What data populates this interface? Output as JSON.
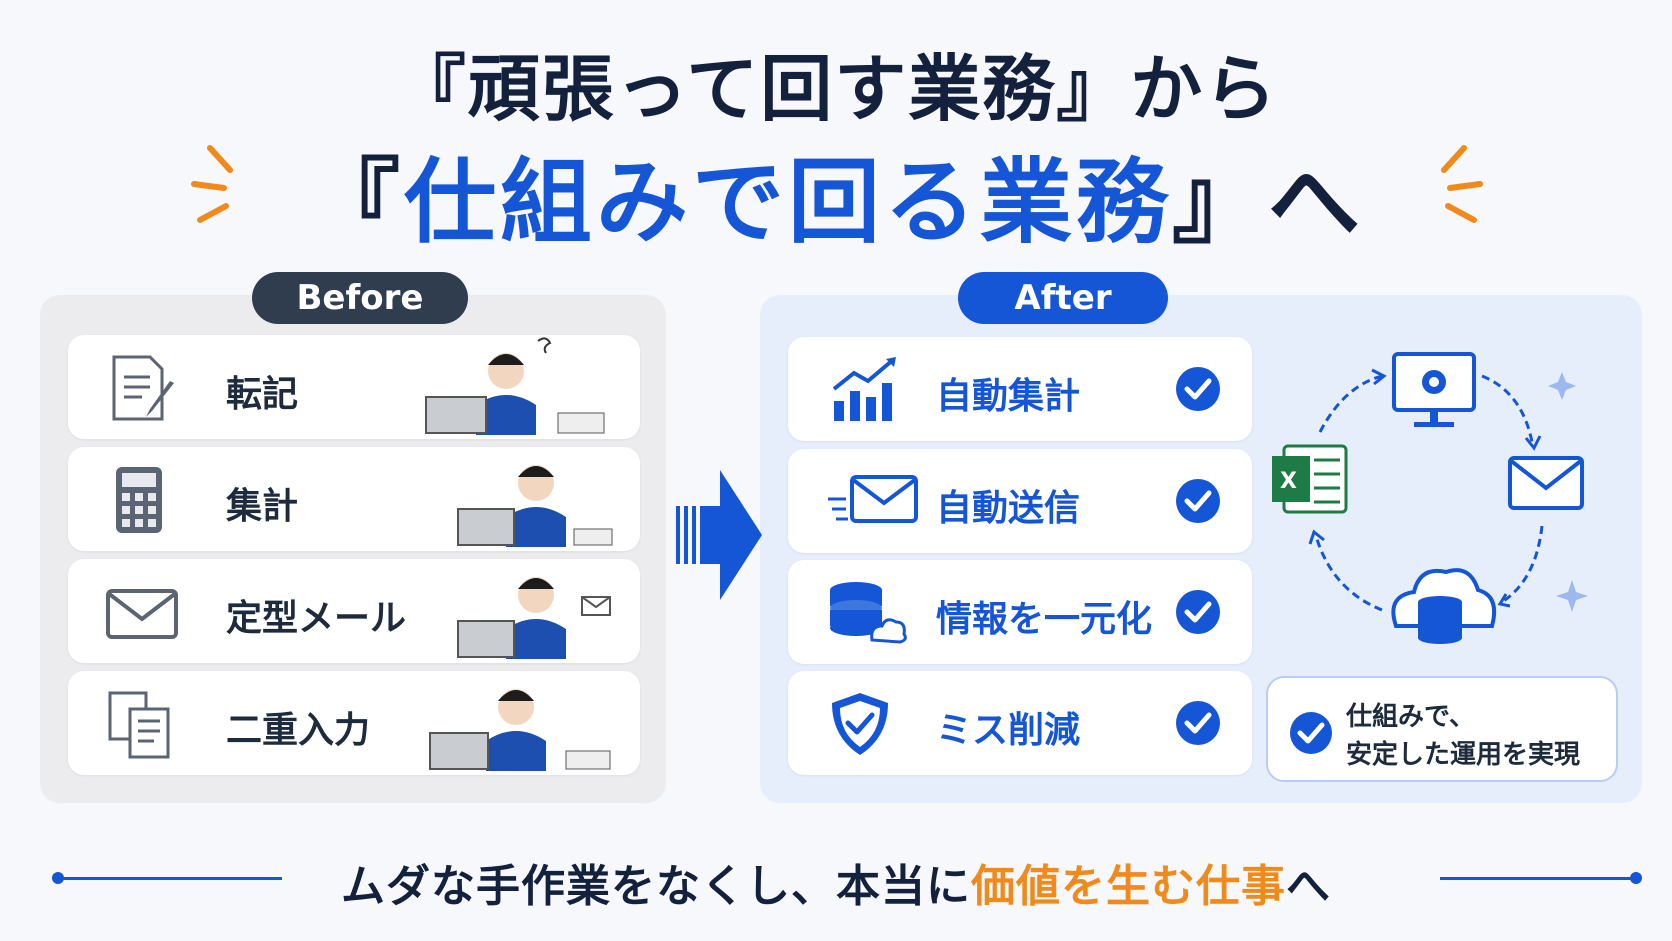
{
  "header": {
    "line1": "『頑張って回す業務』から",
    "line2_open": "『",
    "line2_highlight": "仕組みで回る業務",
    "line2_close": "』へ"
  },
  "before": {
    "label": "Before",
    "items": [
      {
        "label": "転記",
        "icon": "document-edit-icon"
      },
      {
        "label": "集計",
        "icon": "calculator-icon"
      },
      {
        "label": "定型メール",
        "icon": "mail-icon"
      },
      {
        "label": "二重入力",
        "icon": "duplicate-documents-icon"
      }
    ]
  },
  "after": {
    "label": "After",
    "items": [
      {
        "label": "自動集計",
        "icon": "bar-chart-up-icon"
      },
      {
        "label": "自動送信",
        "icon": "mail-send-icon"
      },
      {
        "label": "情報を一元化",
        "icon": "database-cloud-icon"
      },
      {
        "label": "ミス削減",
        "icon": "shield-check-icon"
      }
    ],
    "note_line1": "仕組みで、",
    "note_line2": "安定した運用を実現"
  },
  "footer": {
    "part1": "ムダな手作業をなくし、本当に",
    "part2": "価値を生む仕事",
    "part3": "へ"
  },
  "colors": {
    "accent": "#1556d6",
    "dark": "#14213d",
    "orange": "#f08a1c",
    "excel_green": "#1e7b45"
  }
}
